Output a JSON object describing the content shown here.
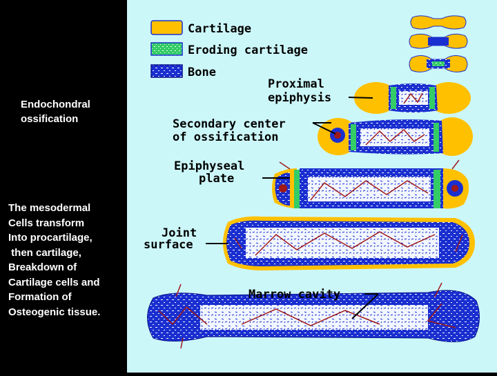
{
  "side_title": [
    "Endochondral",
    "ossification"
  ],
  "side_description": [
    "The mesodermal",
    "Cells transform",
    "Into procartilage,",
    " then cartilage,",
    "Breakdown of",
    "Cartilage cells and",
    "Formation of",
    "Osteogenic tissue."
  ],
  "legend": [
    {
      "label": "Cartilage",
      "color": "#ffc000"
    },
    {
      "label": "Eroding cartilage",
      "color": "#33cc66"
    },
    {
      "label": "Bone",
      "color": "#1a2fd0"
    }
  ],
  "labels": {
    "proximal_epiphysis": [
      "Proximal",
      "epiphysis"
    ],
    "secondary_center": [
      "Secondary center",
      "of ossification"
    ],
    "epiphyseal_plate": [
      "Epiphyseal",
      "plate"
    ],
    "joint_surface": [
      "Joint",
      "surface"
    ],
    "marrow_cavity": "Marrow cavity"
  },
  "colors": {
    "background_left": "#000000",
    "background_diagram": "#ccf7f9",
    "cartilage": "#ffc000",
    "eroding_cartilage": "#33cc66",
    "bone": "#1a2fd0",
    "vessel": "#a01818",
    "marrow": "#f2f6ff"
  }
}
